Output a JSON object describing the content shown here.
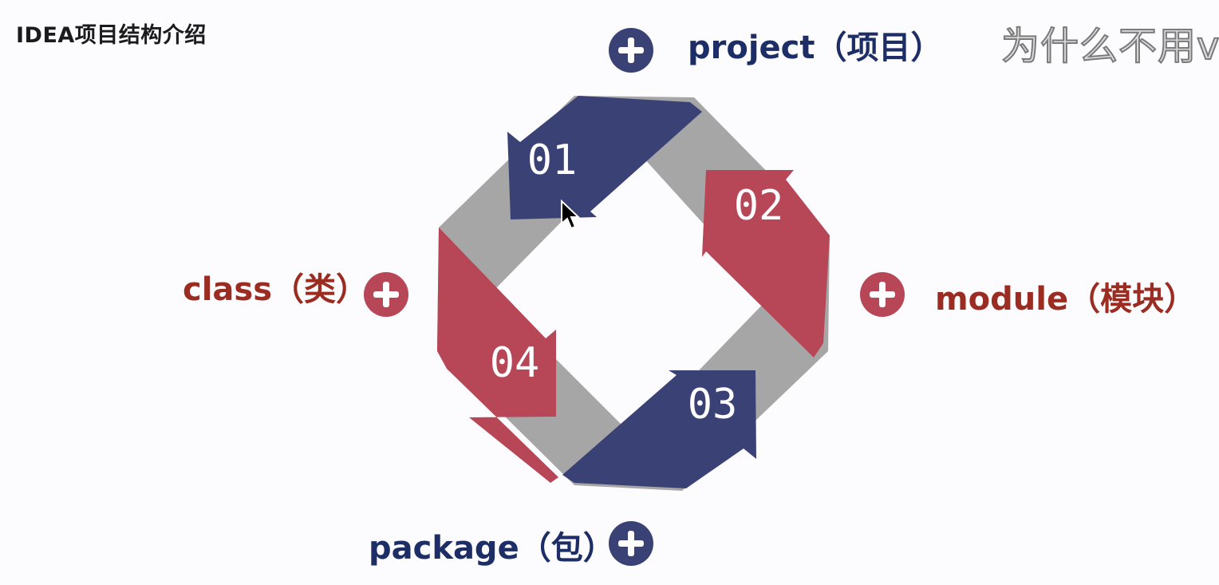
{
  "slide": {
    "title": "IDEA项目结构介绍",
    "subtitle_overlay": "为什么不用v"
  },
  "diagram": {
    "steps": [
      {
        "number": "01",
        "label": "project（项目）",
        "color": "#3a4275"
      },
      {
        "number": "02",
        "label": "module（模块）",
        "color": "#b74656"
      },
      {
        "number": "03",
        "label": "package（包）",
        "color": "#3a4275"
      },
      {
        "number": "04",
        "label": "class（类）",
        "color": "#b74656"
      }
    ],
    "band_color": "#a6a6a6",
    "label_colors": {
      "blue": "#1d2d66",
      "red": "#9a2c22"
    },
    "icons": {
      "plus": "plus-circle-icon",
      "cursor": "mouse-pointer-icon"
    }
  }
}
